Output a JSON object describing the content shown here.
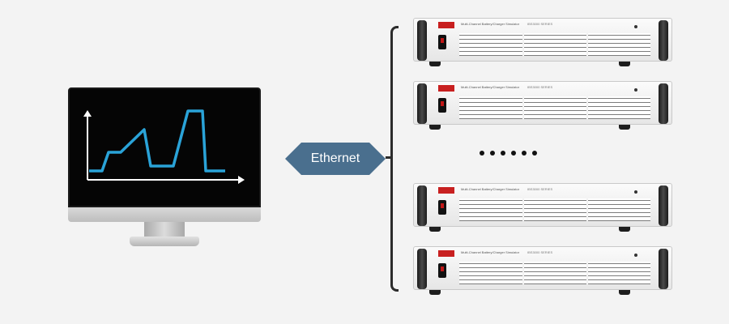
{
  "diagram": {
    "connection_label": "Ethernet",
    "device_count_shown": 4,
    "colors": {
      "background": "#f3f3f3",
      "label_fill": "#4a6f8e",
      "trace": "#2aa3d8",
      "axis": "#ffffff",
      "logo": "#c82020"
    }
  },
  "racks": [
    {
      "title": "Multi-Channel Battery/Charger Simulator",
      "model": "IBS3000 SERIES"
    },
    {
      "title": "Multi-Channel Battery/Charger Simulator",
      "model": "IBS3000 SERIES"
    },
    {
      "title": "Multi-Channel Battery/Charger Simulator",
      "model": "IBS3000 SERIES"
    },
    {
      "title": "Multi-Channel Battery/Charger Simulator",
      "model": "IBS3000 SERIES"
    }
  ],
  "icons": {
    "computer": "monitor-icon",
    "ellipsis": "more-dots-icon",
    "bracket": "bracket-icon"
  }
}
